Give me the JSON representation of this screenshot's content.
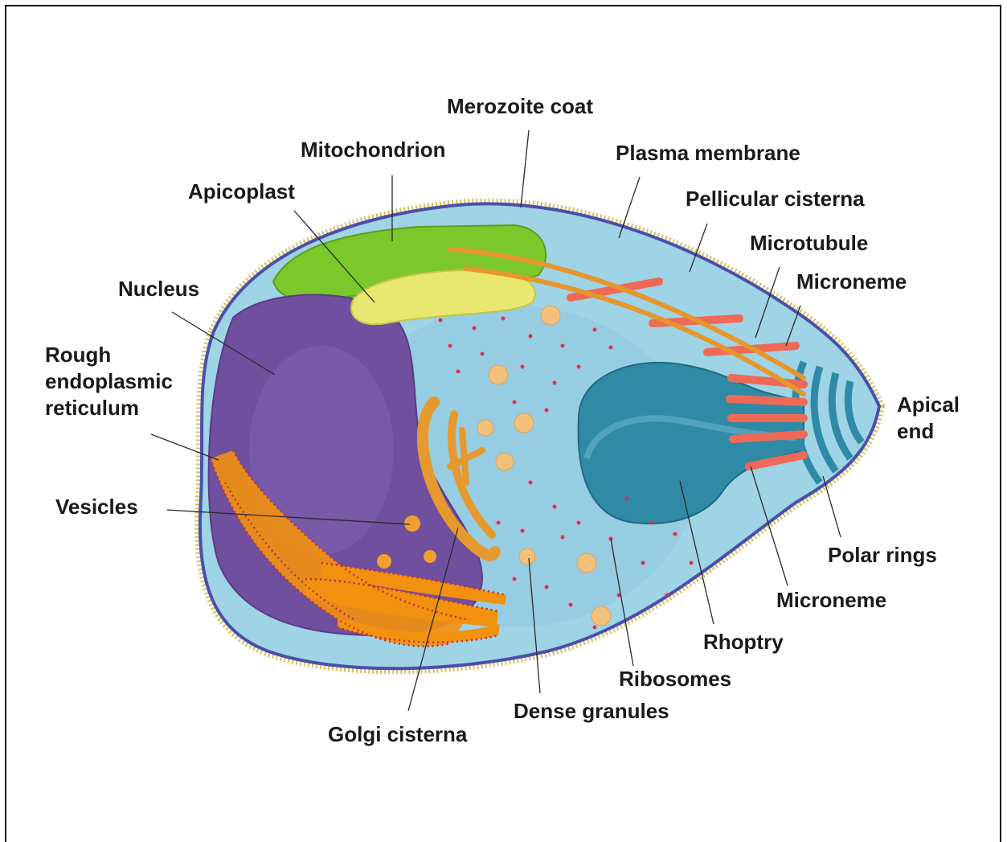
{
  "colors": {
    "coat": "#e6d27a",
    "plasma_membrane": "#4a4fa8",
    "cytoplasm": "#9fd3e6",
    "nucleus": "#6f4f9e",
    "mitochondrion": "#7cc72a",
    "apicoplast": "#e8e870",
    "golgi": "#e69a2e",
    "rough_er": "#f2910e",
    "ribosome": "#e0304a",
    "dense_granule": "#f2c07a",
    "rhoptry": "#2f8aa6",
    "microneme": "#ee6a55",
    "microtubule": "#e6962a"
  },
  "labels": {
    "merozoite_coat": "Merozoite coat",
    "mitochondrion": "Mitochondrion",
    "plasma_membrane": "Plasma membrane",
    "apicoplast": "Apicoplast",
    "pellicular_cisterna": "Pellicular cisterna",
    "microtubule": "Microtubule",
    "microneme_top": "Microneme",
    "nucleus": "Nucleus",
    "rough_er": [
      "Rough",
      "endoplasmic",
      "reticulum"
    ],
    "apical_end": [
      "Apical",
      "end"
    ],
    "vesicles": "Vesicles",
    "polar_rings": "Polar rings",
    "microneme_bottom": "Microneme",
    "rhoptry": "Rhoptry",
    "ribosomes": "Ribosomes",
    "dense_granules": "Dense granules",
    "golgi_cisterna": "Golgi cisterna"
  }
}
